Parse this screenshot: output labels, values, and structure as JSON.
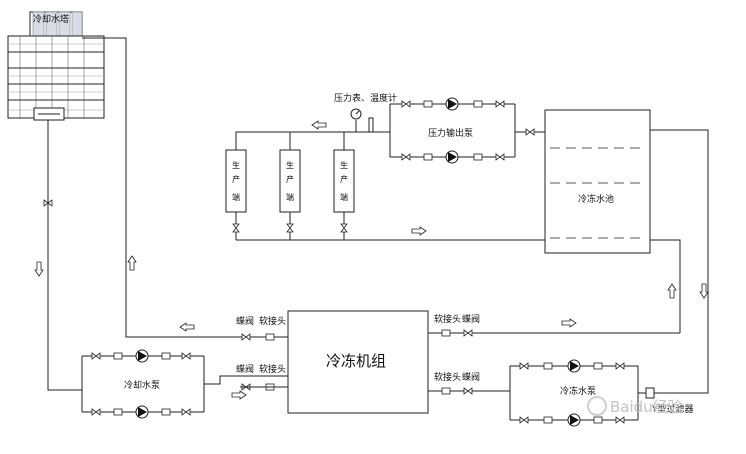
{
  "labels": {
    "cooling_tower": "冷却水塔",
    "gauges": "压力表、温度计",
    "pressure_pump": "压力输出泵",
    "production_end": [
      "生",
      "产",
      "端"
    ],
    "chilled_tank": "冷冻水池",
    "chiller_unit": "冷冻机组",
    "cooling_pump": "冷却水泵",
    "chilled_pump": "冷冻水泵",
    "butterfly_valve": "蝶阀",
    "flex_joint": "软接头",
    "y_filter": "Y型过滤器"
  },
  "watermark": "Baidu经验"
}
